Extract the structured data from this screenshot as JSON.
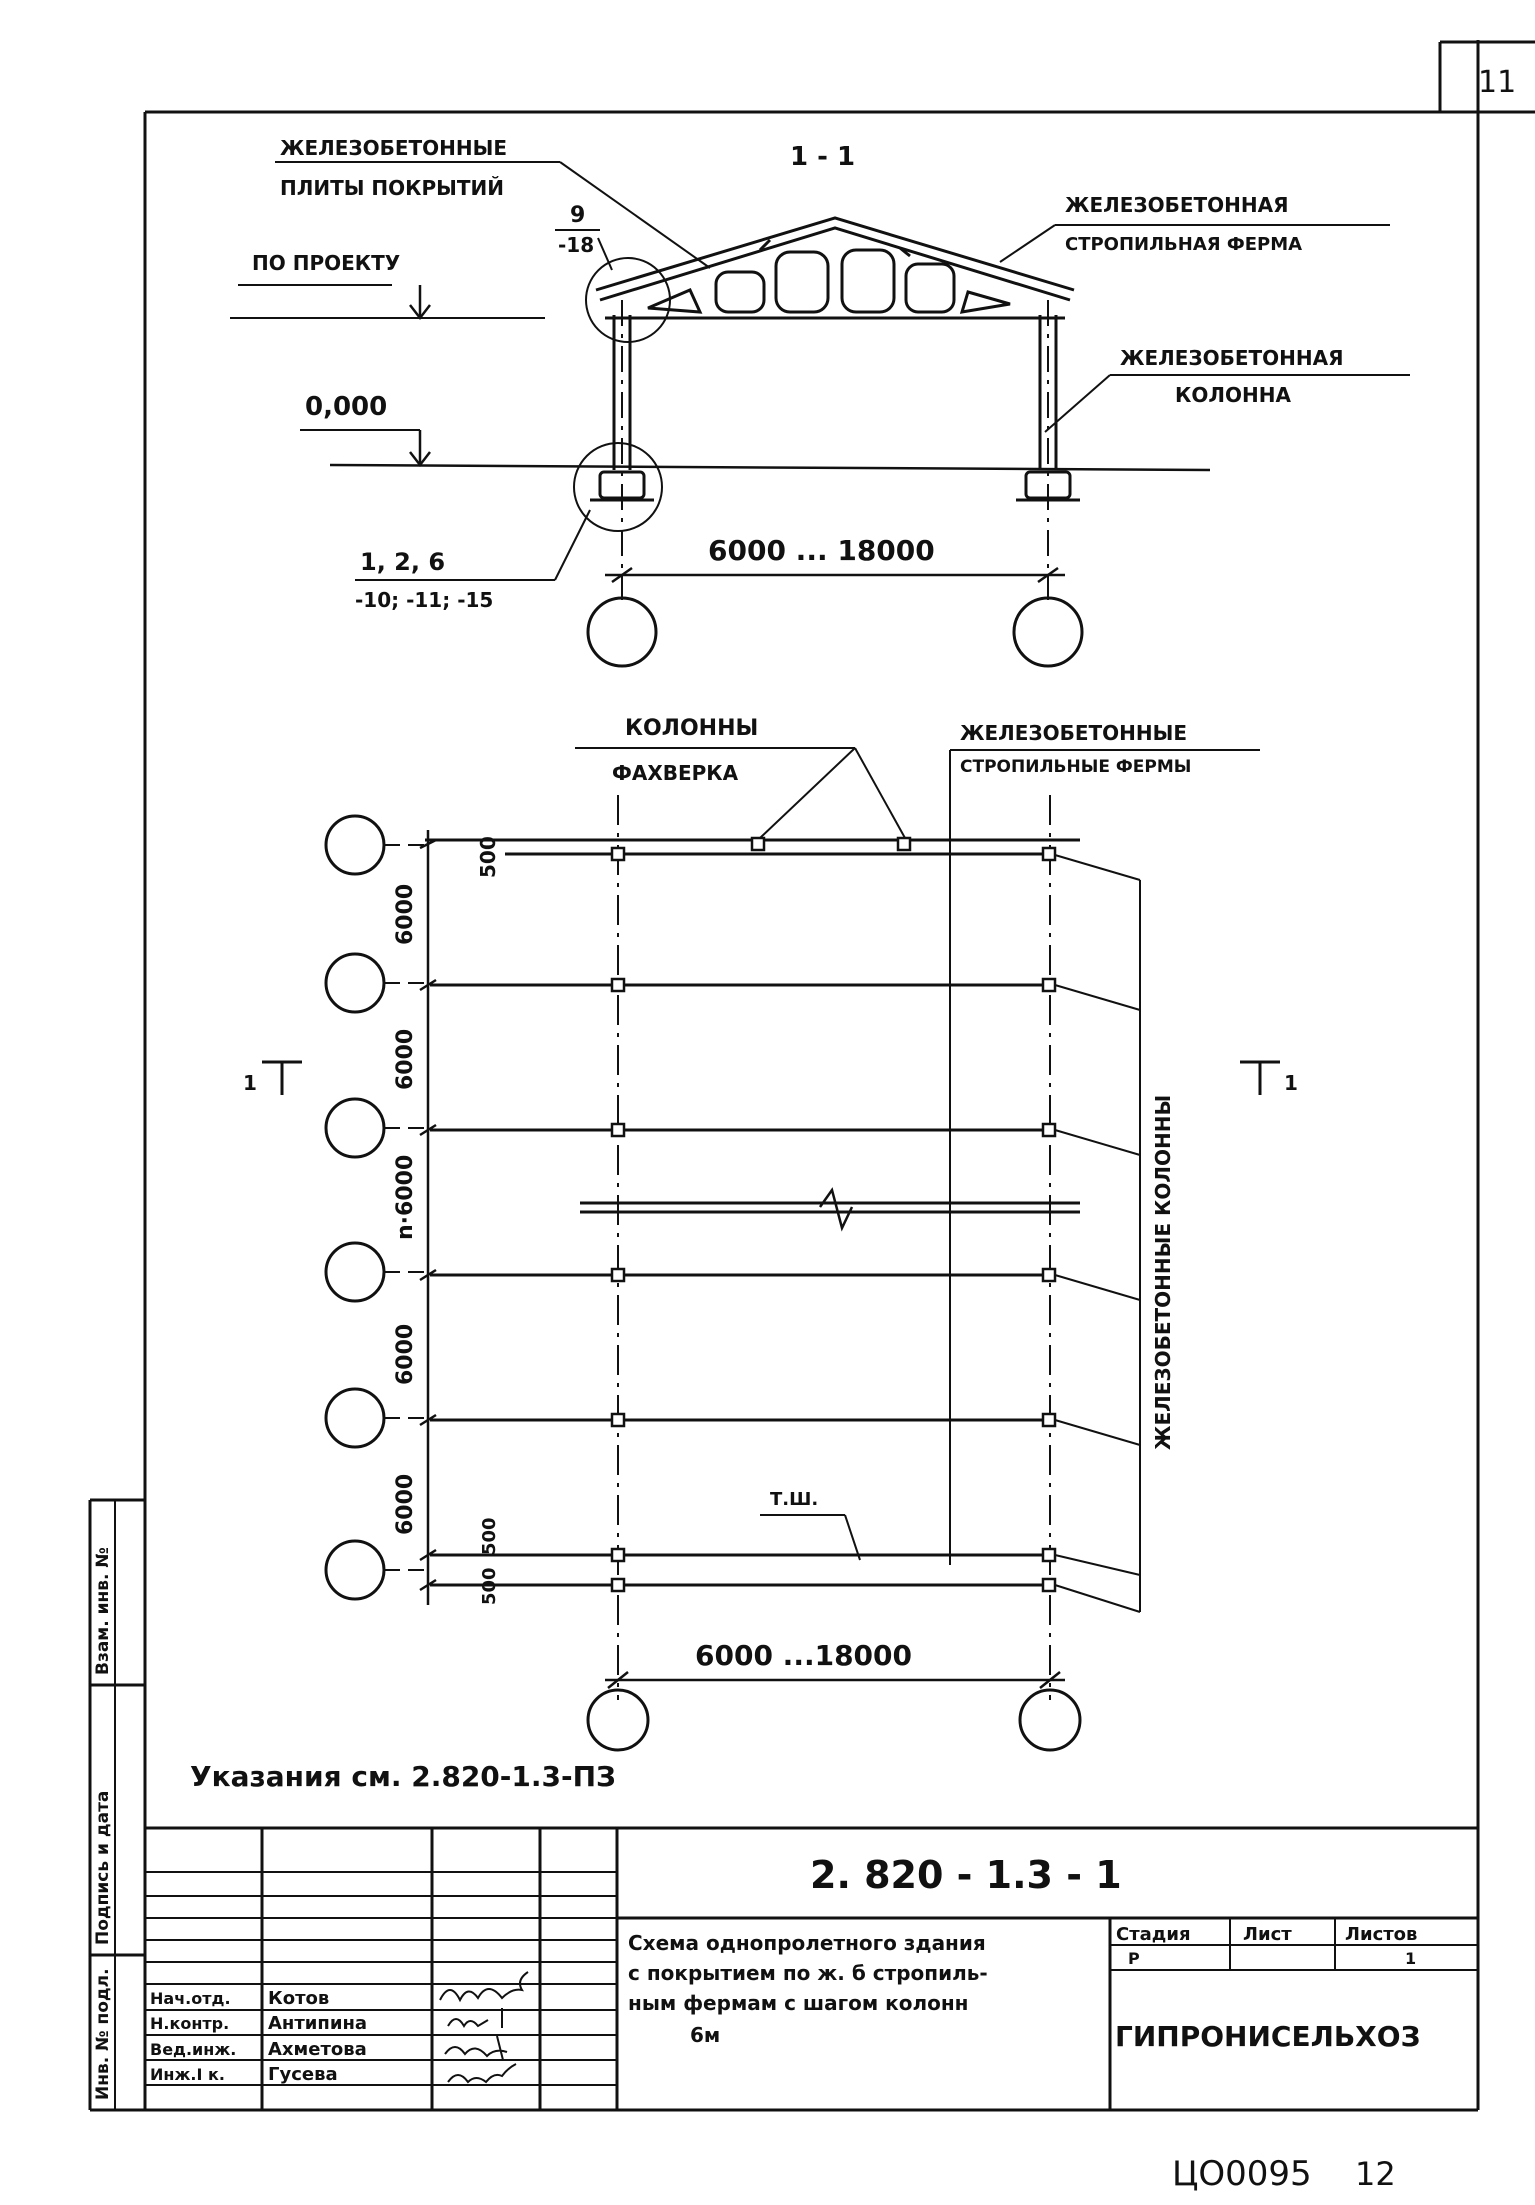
{
  "corner_sheet_no": "11",
  "section_title": "1 - 1",
  "section": {
    "label_plates_line1": "ЖЕЛЕЗОБЕТОННЫЕ",
    "label_plates_line2": "ПЛИТЫ ПОКРЫТИЙ",
    "node_top_num": "9",
    "node_top_den": "-18",
    "label_level_project": "ПО ПРОЕКТУ",
    "label_level_zero": "0,000",
    "node_base_num": "1, 2, 6",
    "node_base_den": "-10; -11; -15",
    "label_truss_line1": "ЖЕЛЕЗОБЕТОННАЯ",
    "label_truss_line2": "СТРОПИЛЬНАЯ ФЕРМА",
    "label_column_line1": "ЖЕЛЕЗОБЕТОННАЯ",
    "label_column_line2": "КОЛОННА",
    "span_dim": "6000 ... 18000"
  },
  "plan": {
    "label_fachwerk_line1": "КОЛОННЫ",
    "label_fachwerk_line2": "ФАХВЕРКА",
    "label_trusses_line1": "ЖЕЛЕЗОБЕТОННЫЕ",
    "label_trusses_line2": "СТРОПИЛЬНЫЕ ФЕРМЫ",
    "label_columns_vertical": "ЖЕЛЕЗОБЕТОННЫЕ КОЛОННЫ",
    "cut_left": "1",
    "cut_right": "1",
    "dims_left": [
      "500",
      "6000",
      "6000",
      "n·6000",
      "6000",
      "6000",
      "500",
      "500"
    ],
    "label_tsh": "Т.Ш.",
    "span_dim": "6000 ...18000"
  },
  "instructions": "Указания см. 2.820-1.3-ПЗ",
  "title_block": {
    "code": "2. 820 - 1.3 - 1",
    "description_lines": [
      "Схема однопролетного здания",
      "с покрытием по ж. б стропиль-",
      "ным фермам с шагом колонн",
      "6м"
    ],
    "stage_header": "Стадия",
    "sheet_header": "Лист",
    "sheets_header": "Листов",
    "stage_value": "Р",
    "sheets_value": "1",
    "organization": "ГИПРОНИСЕЛЬХОЗ",
    "roles": [
      {
        "role": "Нач.отд.",
        "name": "Котов"
      },
      {
        "role": "Н.контр.",
        "name": "Антипина"
      },
      {
        "role": "Вед.инж.",
        "name": "Ахметова"
      },
      {
        "role": "Инж.I к.",
        "name": "Гусева"
      }
    ]
  },
  "side_stamp": {
    "box1": "Инв. № подл.",
    "box2": "Подпись и дата",
    "box3": "Взам. инв. №"
  },
  "footer": {
    "archive_no": "ЦО0095",
    "page_no": "12"
  }
}
